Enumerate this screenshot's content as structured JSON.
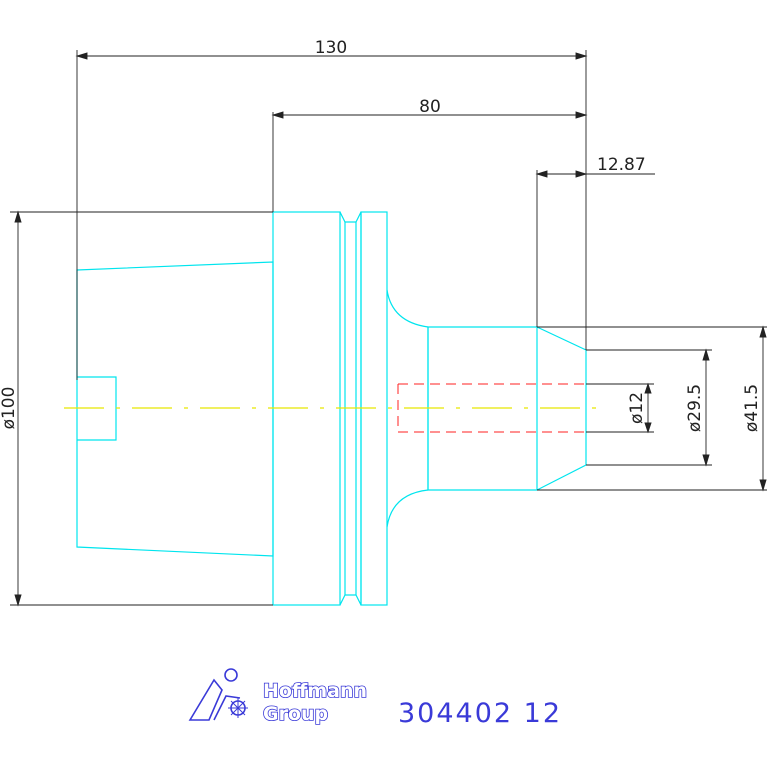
{
  "dimensions": {
    "overall_length": "130",
    "flange_to_face": "80",
    "face_offset": "12.87",
    "dia_flange": "ø100",
    "dia_bore": "ø12",
    "dia_neck": "ø29.5",
    "dia_collar": "ø41.5"
  },
  "logo": {
    "line1": "Hoffmann",
    "line2": "Group"
  },
  "part_number": "304402 12",
  "colors": {
    "outline": "#00e5ee",
    "dimension": "#222222",
    "centerline": "#e8e800",
    "hidden": "#ff2020",
    "brand": "#3a3ad8"
  }
}
